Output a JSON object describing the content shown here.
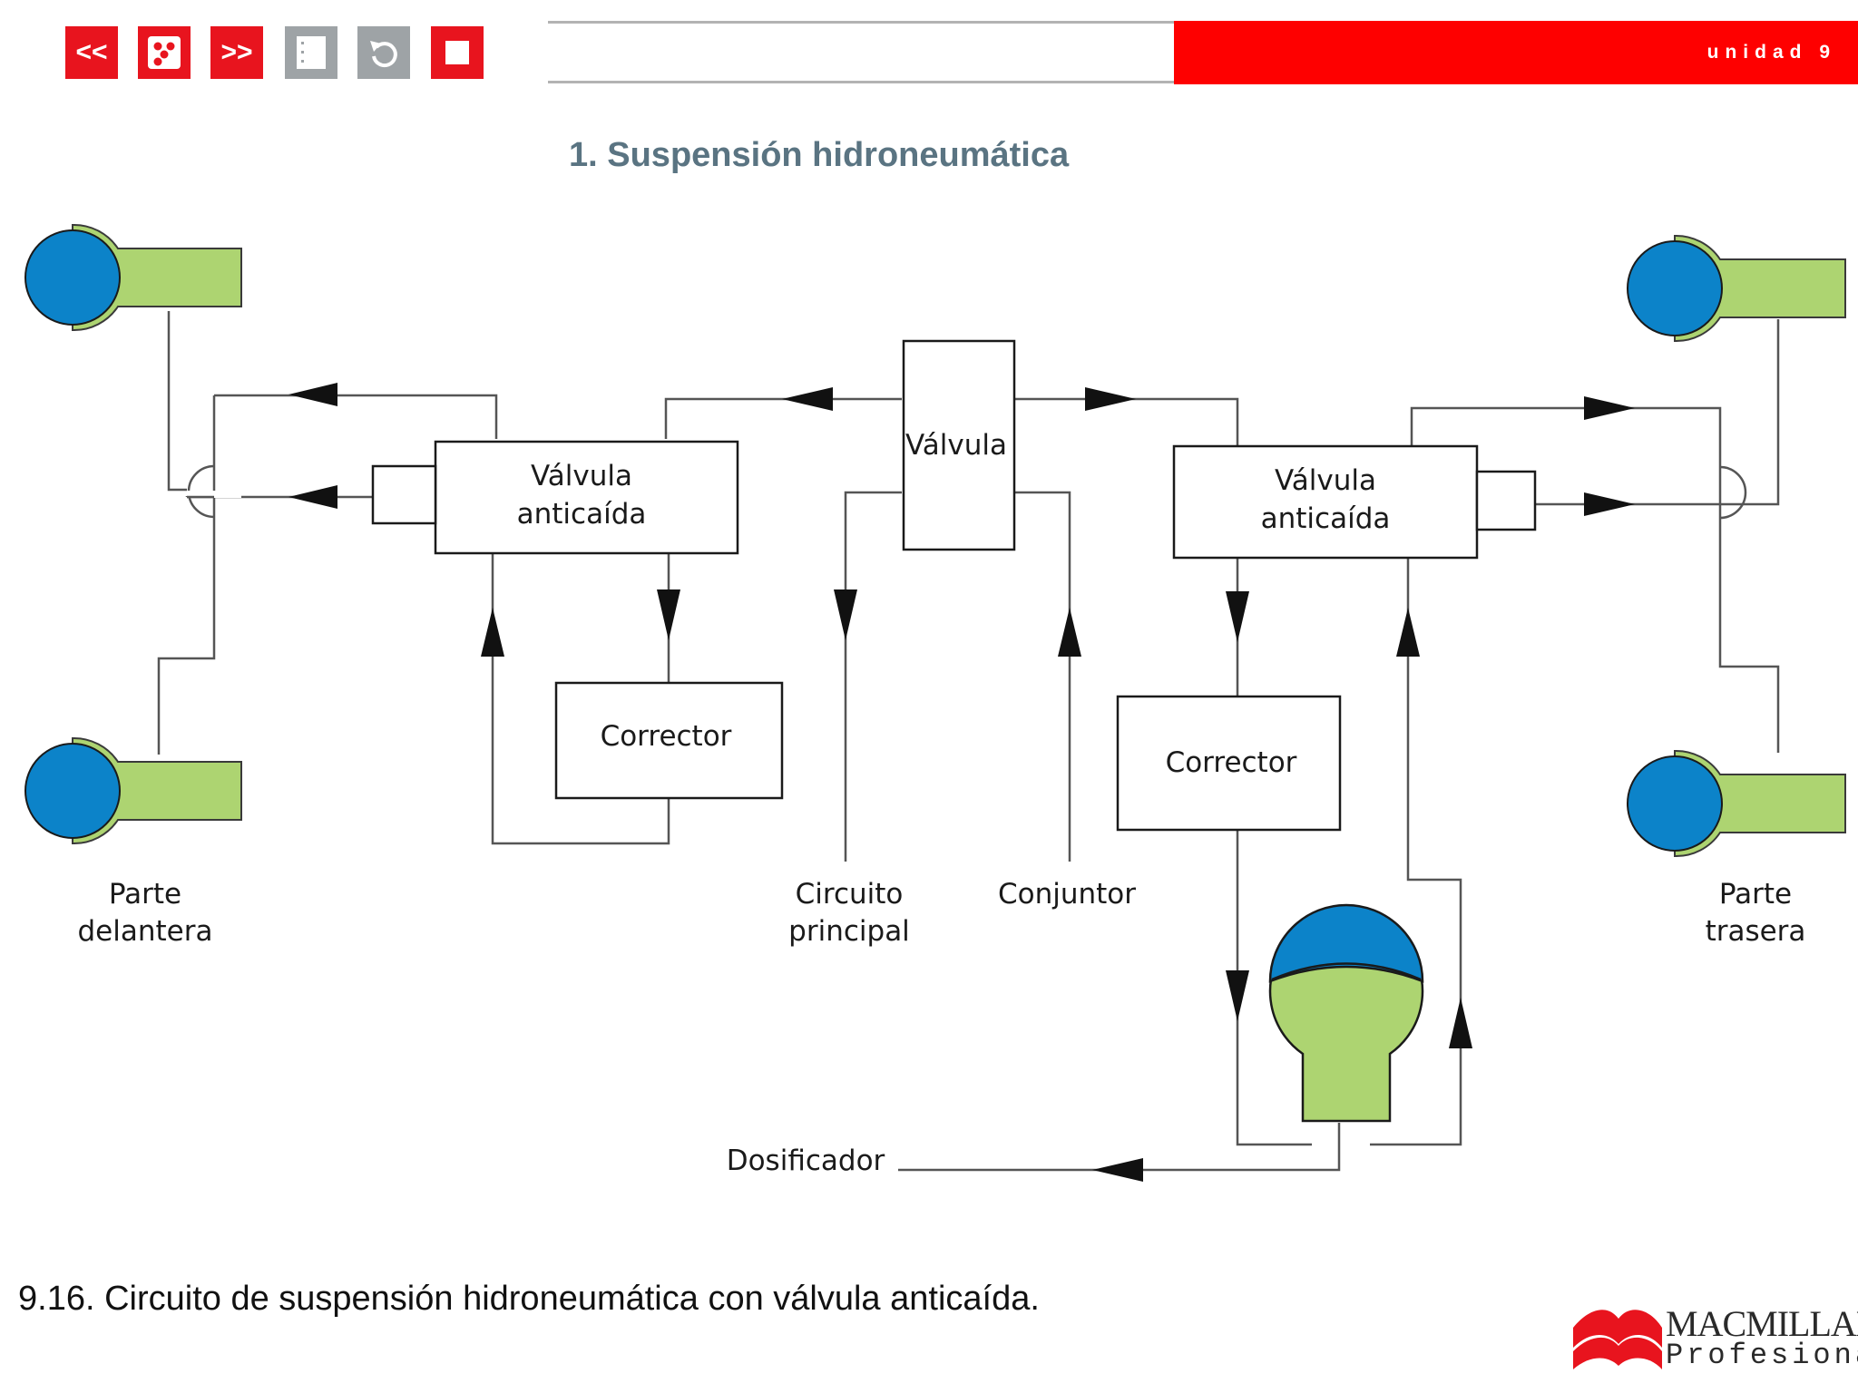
{
  "header": {
    "buttons": [
      {
        "label": "<<",
        "name": "prev-button"
      },
      {
        "label": "",
        "name": "index-button"
      },
      {
        "label": ">>",
        "name": "next-button"
      },
      {
        "label": "",
        "name": "contents-button"
      },
      {
        "label": "",
        "name": "back-button"
      },
      {
        "label": "",
        "name": "stop-button"
      }
    ],
    "unit_label": "unidad 9"
  },
  "section_title": "1. Suspensión hidroneumática",
  "diagram": {
    "valve_center": "Válvula",
    "anti_drop_left_line1": "Válvula",
    "anti_drop_left_line2": "anticaída",
    "anti_drop_right_line1": "Válvula",
    "anti_drop_right_line2": "anticaída",
    "corrector_left": "Corrector",
    "corrector_right": "Corrector",
    "front_line1": "Parte",
    "front_line2": "delantera",
    "rear_line1": "Parte",
    "rear_line2": "trasera",
    "main_circuit_line1": "Circuito",
    "main_circuit_line2": "principal",
    "conjuntor": "Conjuntor",
    "dosificador": "Dosificador"
  },
  "colors": {
    "accent_red": "#fe0000",
    "sphere_blue": "#0c83c9",
    "cylinder_green": "#add471",
    "title_slate": "#5a7482"
  },
  "caption": "9.16. Circuito de suspensión hidroneumática con válvula anticaída.",
  "logo": {
    "line1": "MACMILLAN",
    "line2": "Profesional"
  }
}
